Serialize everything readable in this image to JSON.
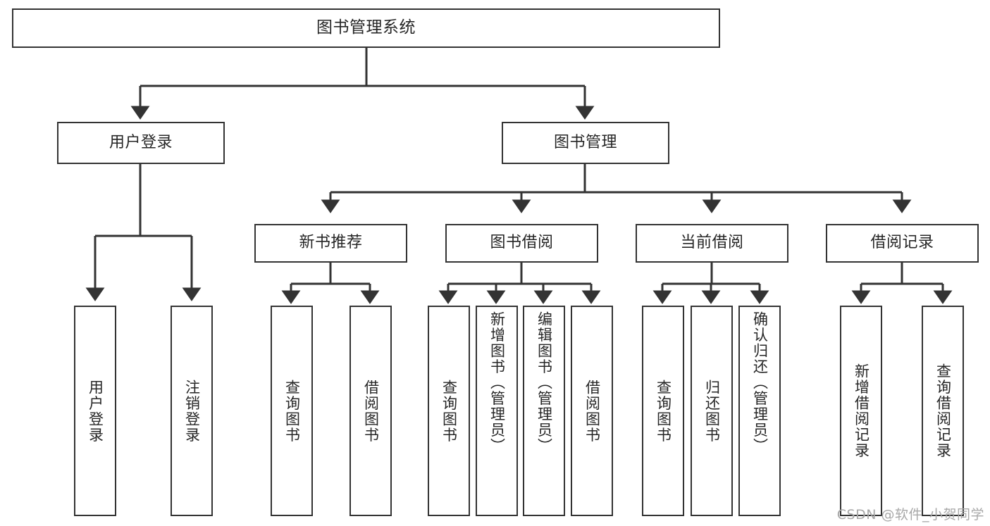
{
  "diagram": {
    "type": "tree",
    "title": "图书管理系统",
    "watermark": "CSDN @软件_小贺同学",
    "colors": {
      "stroke": "#333333",
      "fill": "#ffffff",
      "text": "#262626",
      "watermark": "#a8a8a8"
    },
    "root": {
      "label": "图书管理系统"
    },
    "level1": [
      {
        "label": "用户登录"
      },
      {
        "label": "图书管理"
      }
    ],
    "level2": [
      {
        "label": "新书推荐"
      },
      {
        "label": "图书借阅"
      },
      {
        "label": "当前借阅"
      },
      {
        "label": "借阅记录"
      }
    ],
    "leaves": {
      "user_login": [
        {
          "label": "用户登录"
        },
        {
          "label": "注销登录"
        }
      ],
      "new_book_recommend": [
        {
          "label": "查询图书"
        },
        {
          "label": "借阅图书"
        }
      ],
      "book_borrow": [
        {
          "label": "查询图书"
        },
        {
          "label": "新增图书（管理员）"
        },
        {
          "label": "编辑图书（管理员）"
        },
        {
          "label": "借阅图书"
        }
      ],
      "current_borrow": [
        {
          "label": "查询图书"
        },
        {
          "label": "归还图书"
        },
        {
          "label": "确认归还（管理员）"
        }
      ],
      "borrow_record": [
        {
          "label": "新增借阅记录"
        },
        {
          "label": "查询借阅记录"
        }
      ]
    }
  }
}
